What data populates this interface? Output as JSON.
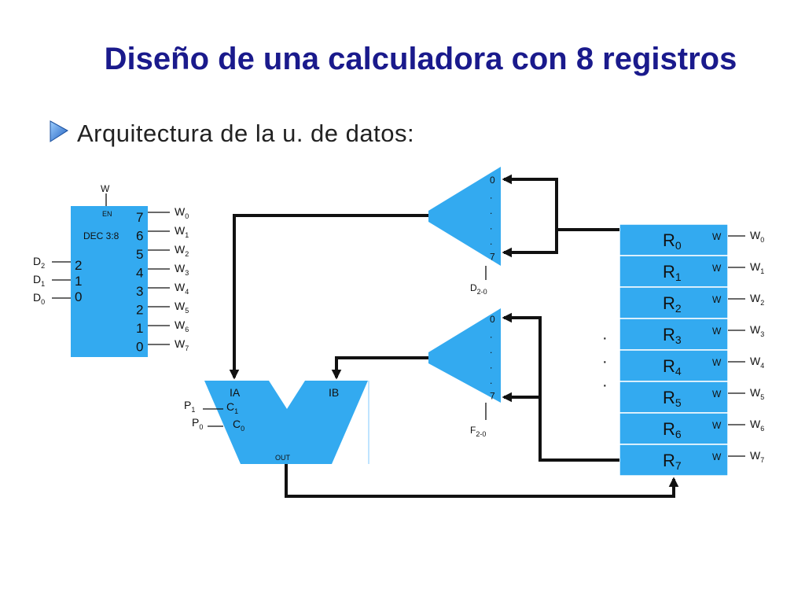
{
  "title": "Diseño de una calculadora con 8 registros",
  "bullet": {
    "icon": "triangle-bullet-icon",
    "text": "Arquitectura de la u. de datos:"
  },
  "colors": {
    "block": "#33aaf0",
    "title": "#1a1a8c",
    "wire": "#111111"
  },
  "decoder": {
    "label": "DEC 3:8",
    "enable_label": "EN",
    "enable_input": "W",
    "input_numbers": [
      "2",
      "1",
      "0"
    ],
    "inputs": [
      {
        "base": "D",
        "sub": "2"
      },
      {
        "base": "D",
        "sub": "1"
      },
      {
        "base": "D",
        "sub": "0"
      }
    ],
    "output_numbers": [
      "7",
      "6",
      "5",
      "4",
      "3",
      "2",
      "1",
      "0"
    ],
    "outputs": [
      {
        "base": "W",
        "sub": "0"
      },
      {
        "base": "W",
        "sub": "1"
      },
      {
        "base": "W",
        "sub": "2"
      },
      {
        "base": "W",
        "sub": "3"
      },
      {
        "base": "W",
        "sub": "4"
      },
      {
        "base": "W",
        "sub": "5"
      },
      {
        "base": "W",
        "sub": "6"
      },
      {
        "base": "W",
        "sub": "7"
      }
    ]
  },
  "mux_top": {
    "inputs_label": [
      "0",
      ".",
      ".",
      ".",
      ".",
      "7"
    ],
    "select": {
      "base": "D",
      "sub": "2-0"
    }
  },
  "mux_bottom": {
    "inputs_label": [
      "0",
      ".",
      ".",
      ".",
      ".",
      "7"
    ],
    "select": {
      "base": "F",
      "sub": "2-0"
    }
  },
  "alu": {
    "in_a": "IA",
    "in_b": "IB",
    "out": "OUT",
    "controls": [
      {
        "pin": {
          "base": "C",
          "sub": "1"
        },
        "signal": {
          "base": "P",
          "sub": "1"
        }
      },
      {
        "pin": {
          "base": "C",
          "sub": "0"
        },
        "signal": {
          "base": "P",
          "sub": "0"
        }
      }
    ]
  },
  "registers": [
    {
      "name": {
        "base": "R",
        "sub": "0"
      },
      "w_pin": "W",
      "signal": {
        "base": "W",
        "sub": "0"
      }
    },
    {
      "name": {
        "base": "R",
        "sub": "1"
      },
      "w_pin": "W",
      "signal": {
        "base": "W",
        "sub": "1"
      }
    },
    {
      "name": {
        "base": "R",
        "sub": "2"
      },
      "w_pin": "W",
      "signal": {
        "base": "W",
        "sub": "2"
      }
    },
    {
      "name": {
        "base": "R",
        "sub": "3"
      },
      "w_pin": "W",
      "signal": {
        "base": "W",
        "sub": "3"
      }
    },
    {
      "name": {
        "base": "R",
        "sub": "4"
      },
      "w_pin": "W",
      "signal": {
        "base": "W",
        "sub": "4"
      }
    },
    {
      "name": {
        "base": "R",
        "sub": "5"
      },
      "w_pin": "W",
      "signal": {
        "base": "W",
        "sub": "5"
      }
    },
    {
      "name": {
        "base": "R",
        "sub": "6"
      },
      "w_pin": "W",
      "signal": {
        "base": "W",
        "sub": "6"
      }
    },
    {
      "name": {
        "base": "R",
        "sub": "7"
      },
      "w_pin": "W",
      "signal": {
        "base": "W",
        "sub": "7"
      }
    }
  ],
  "ellipsis": [
    "·",
    "·",
    "·"
  ]
}
